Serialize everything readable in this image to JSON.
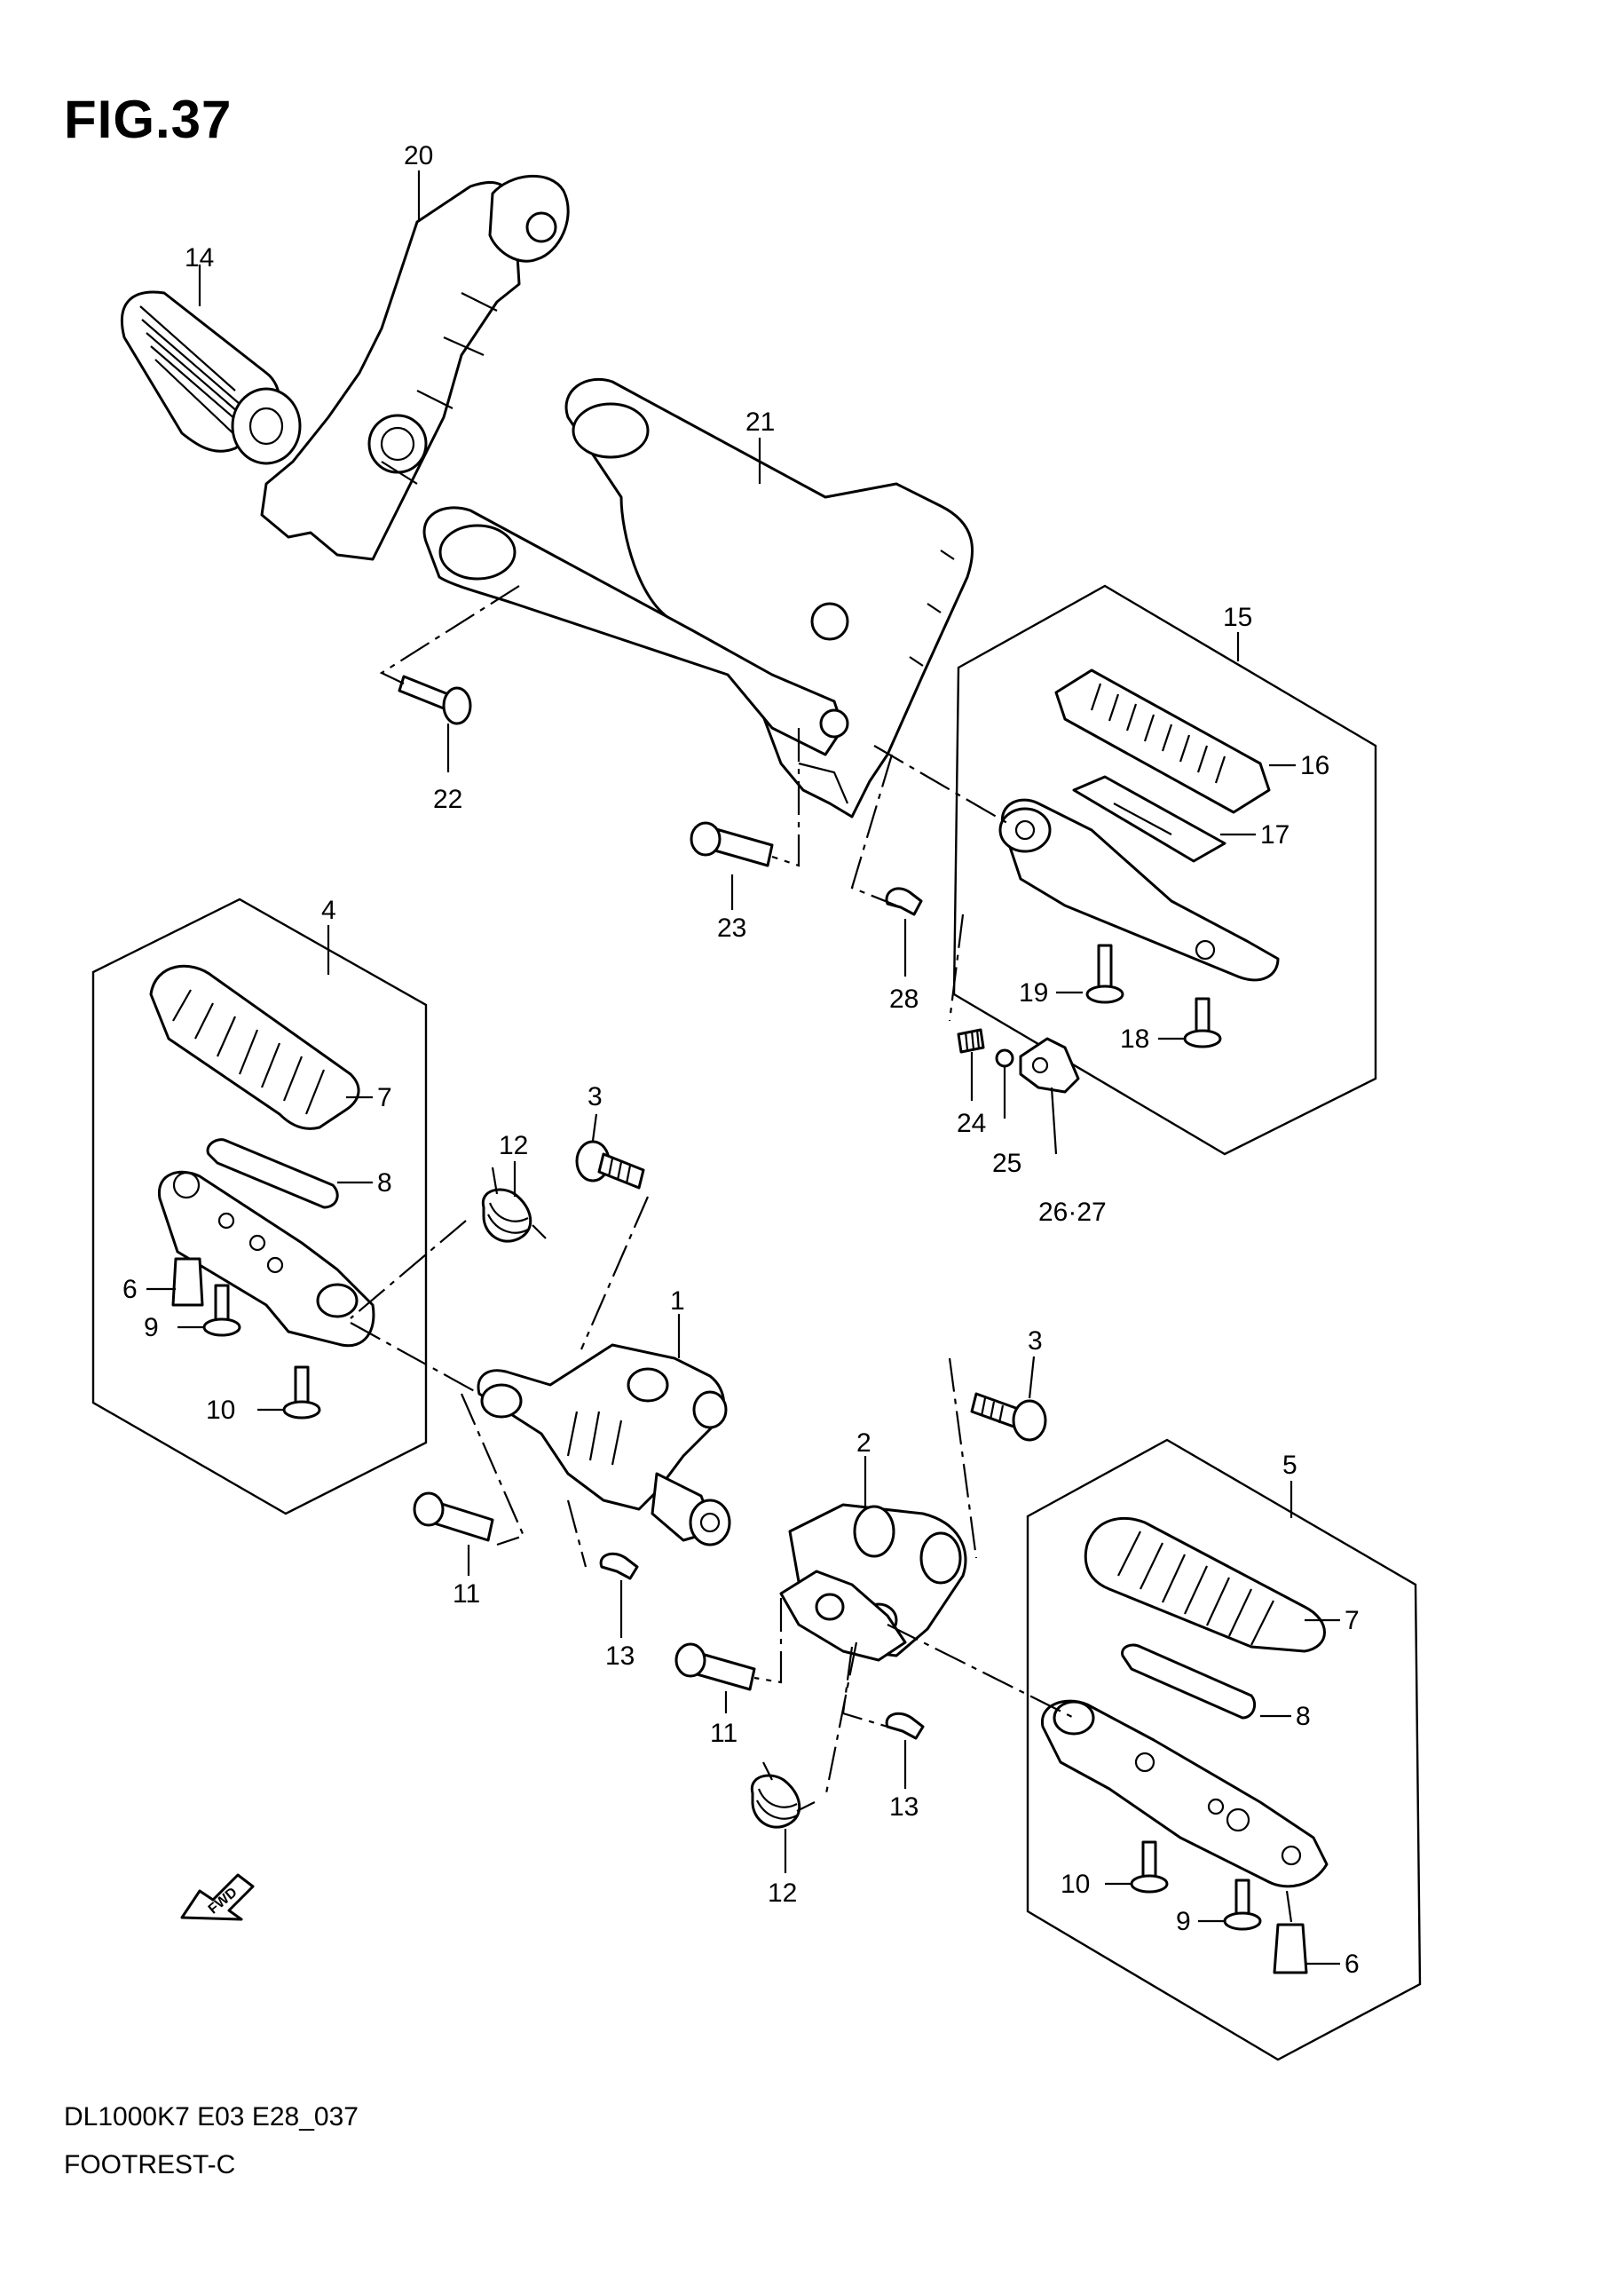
{
  "figure": {
    "title": "FIG.37"
  },
  "footer": {
    "model_code": "DL1000K7 E03 E28_037",
    "caption": "FOOTREST-C"
  },
  "fwd_label": "FWD",
  "callouts": {
    "c1": "1",
    "c2": "2",
    "c3a": "3",
    "c3b": "3",
    "c4": "4",
    "c5": "5",
    "c6a": "6",
    "c6b": "6",
    "c7a": "7",
    "c7b": "7",
    "c8a": "8",
    "c8b": "8",
    "c9a": "9",
    "c9b": "9",
    "c10a": "10",
    "c10b": "10",
    "c11a": "11",
    "c11b": "11",
    "c12a": "12",
    "c12b": "12",
    "c13a": "13",
    "c13b": "13",
    "c14": "14",
    "c15": "15",
    "c16": "16",
    "c17": "17",
    "c18": "18",
    "c19": "19",
    "c20": "20",
    "c21": "21",
    "c22": "22",
    "c23": "23",
    "c24": "24",
    "c25": "25",
    "c26": "26·27",
    "c28": "28"
  }
}
